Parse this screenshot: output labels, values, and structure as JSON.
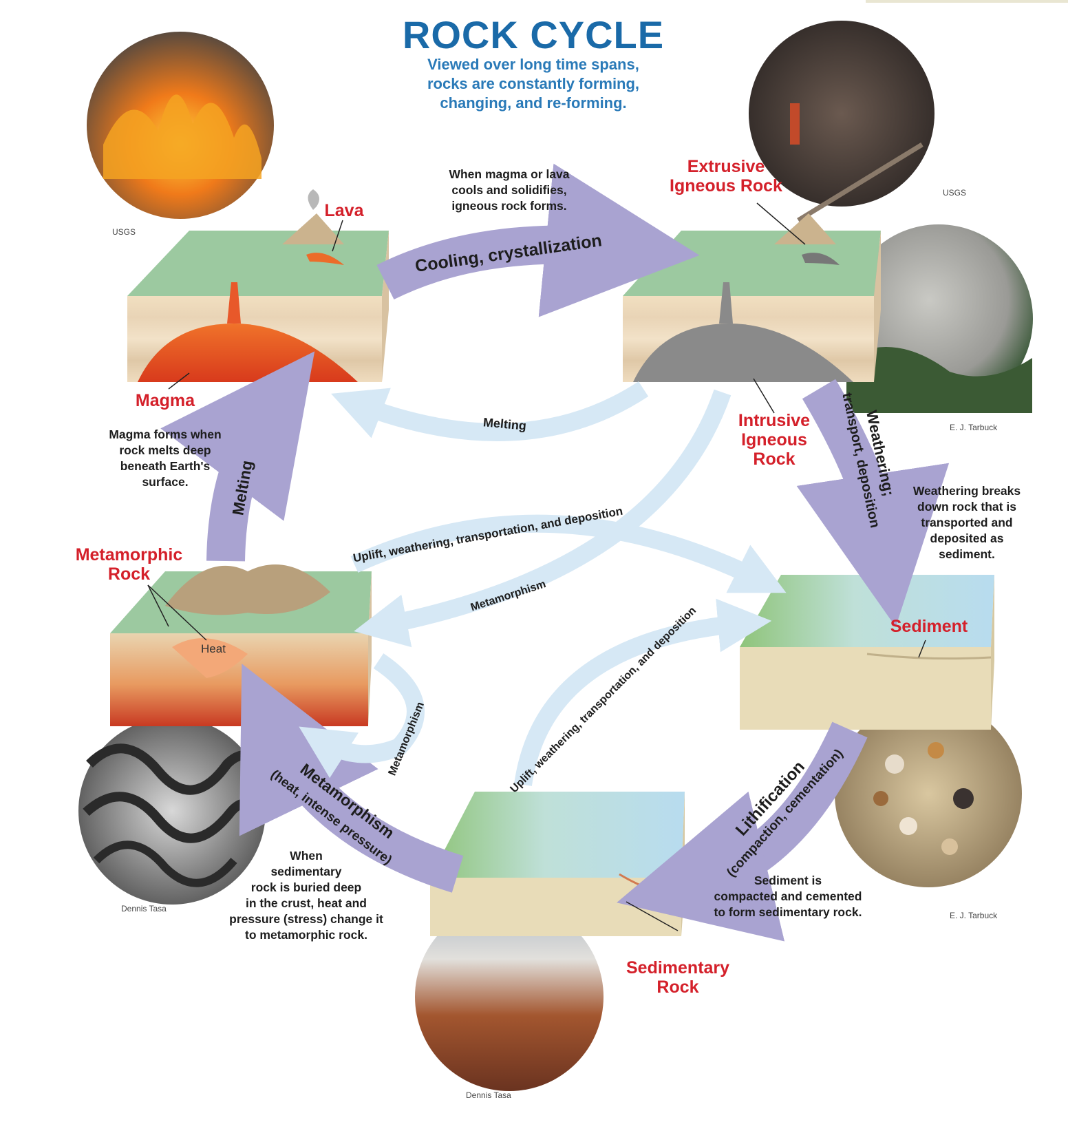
{
  "title": "ROCK CYCLE",
  "subtitle": [
    "Viewed over long time spans,",
    "rocks are constantly forming,",
    "changing, and re-forming."
  ],
  "labels": {
    "lava": "Lava",
    "magma": "Magma",
    "extrusive": [
      "Extrusive",
      "Igneous Rock"
    ],
    "intrusive": [
      "Intrusive",
      "Igneous",
      "Rock"
    ],
    "metamorphic": [
      "Metamorphic",
      "Rock"
    ],
    "sediment": "Sediment",
    "sedimentary": [
      "Sedimentary",
      "Rock"
    ],
    "heat": "Heat"
  },
  "notes": {
    "igneous": [
      "When magma or lava",
      "cools and solidifies,",
      "igneous rock forms."
    ],
    "magma": [
      "Magma forms when",
      "rock melts deep",
      "beneath Earth's",
      "surface."
    ],
    "weathering": [
      "Weathering breaks",
      "down rock that is",
      "transported and",
      "deposited as",
      "sediment."
    ],
    "lithification": [
      "Sediment is",
      "compacted and cemented",
      "to form sedimentary rock."
    ],
    "metamorphism": [
      "When",
      "sedimentary",
      "rock is buried deep",
      "in the crust, heat and",
      "pressure (stress) change it",
      "to metamorphic rock."
    ]
  },
  "arrows": {
    "cooling": "Cooling, crystallization",
    "melting_top": "Melting",
    "melting_left": "Melting",
    "weathering_right_1": "Weathering;",
    "weathering_right_2": "transport, deposition",
    "uplift_upper": "Uplift, weathering, transportation, and deposition",
    "metamorphism_mid": "Metamorphism",
    "uplift_lower": "Uplift, weathering, transportation, and deposition",
    "metamorphism_loop": "Metamorphism",
    "lithification_1": "Lithification",
    "lithification_2": "(compaction, cementation)",
    "metamorphism_bottom_1": "Metamorphism",
    "metamorphism_bottom_2": "(heat, intense pressure)"
  },
  "credits": {
    "lava_photo": "USGS",
    "extrusive_photo": "USGS",
    "granite_photo": "E. J. Tarbuck",
    "sand_photo": "E. J. Tarbuck",
    "gneiss_photo": "Dennis Tasa",
    "canyon_photo": "Dennis Tasa"
  },
  "colors": {
    "title": "#1a6aa8",
    "rock_label": "#d4202a",
    "main_arrow": "#a9a3d1",
    "secondary_arrow": "#d6e8f5"
  }
}
